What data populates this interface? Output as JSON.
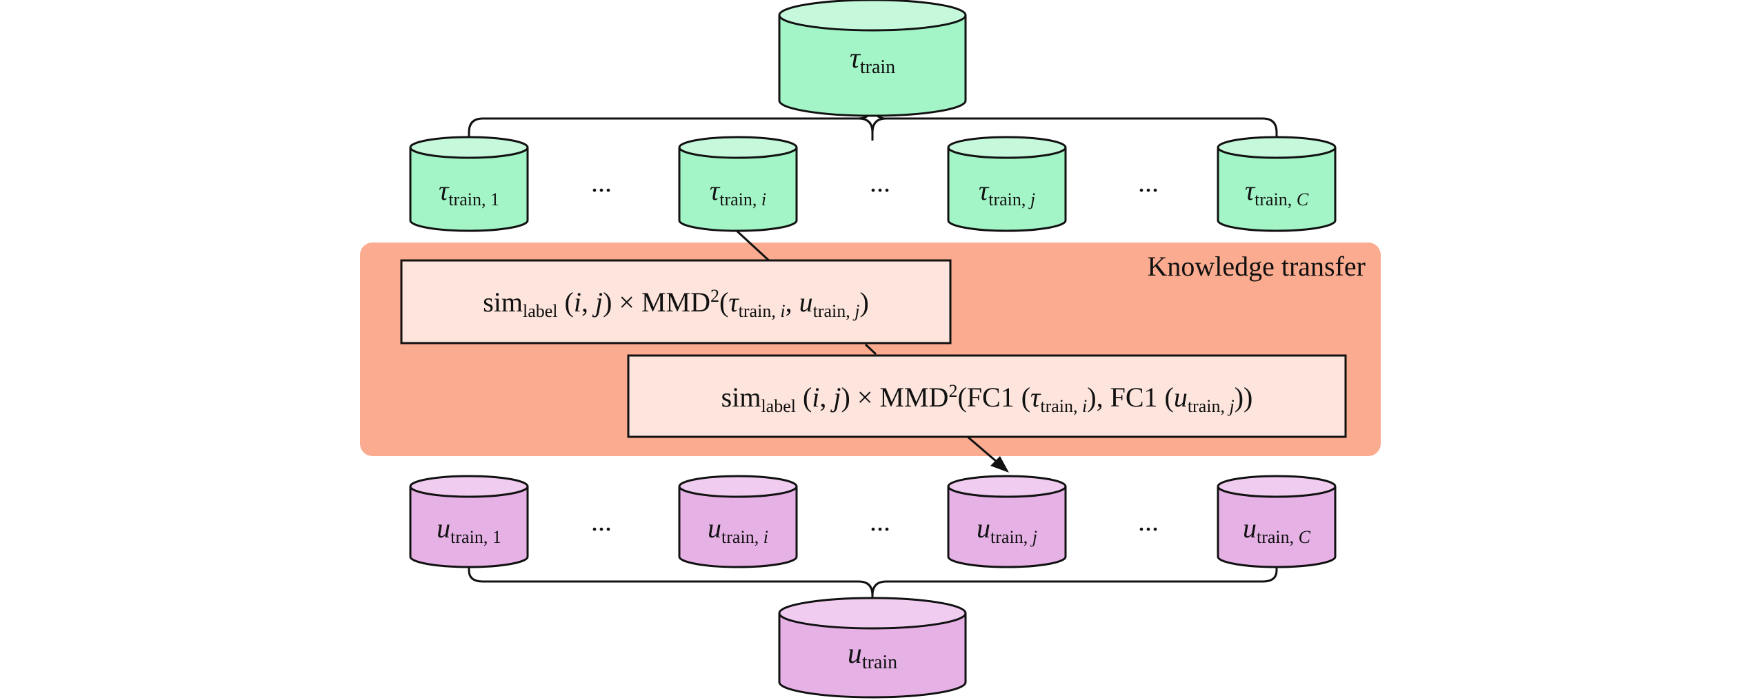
{
  "colors": {
    "green_body": "#a3f5c7",
    "green_top": "#c6f9dc",
    "pink_body": "#e6b2e6",
    "pink_top": "#f0ccf0",
    "panel": "#fbab8f",
    "formula_box": "#fde4dc",
    "stroke": "#111111"
  },
  "top_source": {
    "sym": "τ",
    "sub": "train"
  },
  "bottom_target": {
    "sym": "u",
    "sub": "train"
  },
  "ellipsis": "...",
  "top_row": [
    {
      "sym": "τ",
      "sub": "train, ",
      "idx": "1",
      "idx_italic": false
    },
    {
      "sym": "τ",
      "sub": "train, ",
      "idx": "i",
      "idx_italic": true
    },
    {
      "sym": "τ",
      "sub": "train, ",
      "idx": "j",
      "idx_italic": true
    },
    {
      "sym": "τ",
      "sub": "train, ",
      "idx": "C",
      "idx_italic": true
    }
  ],
  "bottom_row": [
    {
      "sym": "u",
      "sub": "train, ",
      "idx": "1",
      "idx_italic": false
    },
    {
      "sym": "u",
      "sub": "train, ",
      "idx": "i",
      "idx_italic": true
    },
    {
      "sym": "u",
      "sub": "train, ",
      "idx": "j",
      "idx_italic": true
    },
    {
      "sym": "u",
      "sub": "train, ",
      "idx": "C",
      "idx_italic": true
    }
  ],
  "panel": {
    "title": "Knowledge transfer",
    "formula1": {
      "sim": "sim",
      "label": "label",
      "ij_open": " (",
      "i": "i",
      "comma": ", ",
      "j": "j",
      "times": ") × MMD",
      "sq": "2",
      "paren": "(",
      "tau": "τ",
      "sub_tau": "train, ",
      "sub_tau_idx": "i",
      "sep": ", ",
      "u": "u",
      "sub_u": "train, ",
      "sub_u_idx": "j",
      "close": ")"
    },
    "formula2": {
      "sim": "sim",
      "label": "label",
      "ij_open": " (",
      "i": "i",
      "comma": ", ",
      "j": "j",
      "times": ") × MMD",
      "sq": "2",
      "paren": "(FC1 (",
      "tau": "τ",
      "sub_tau": "train, ",
      "sub_tau_idx": "i",
      "sep": "), FC1 (",
      "u": "u",
      "sub_u": "train, ",
      "sub_u_idx": "j",
      "close": "))"
    }
  }
}
